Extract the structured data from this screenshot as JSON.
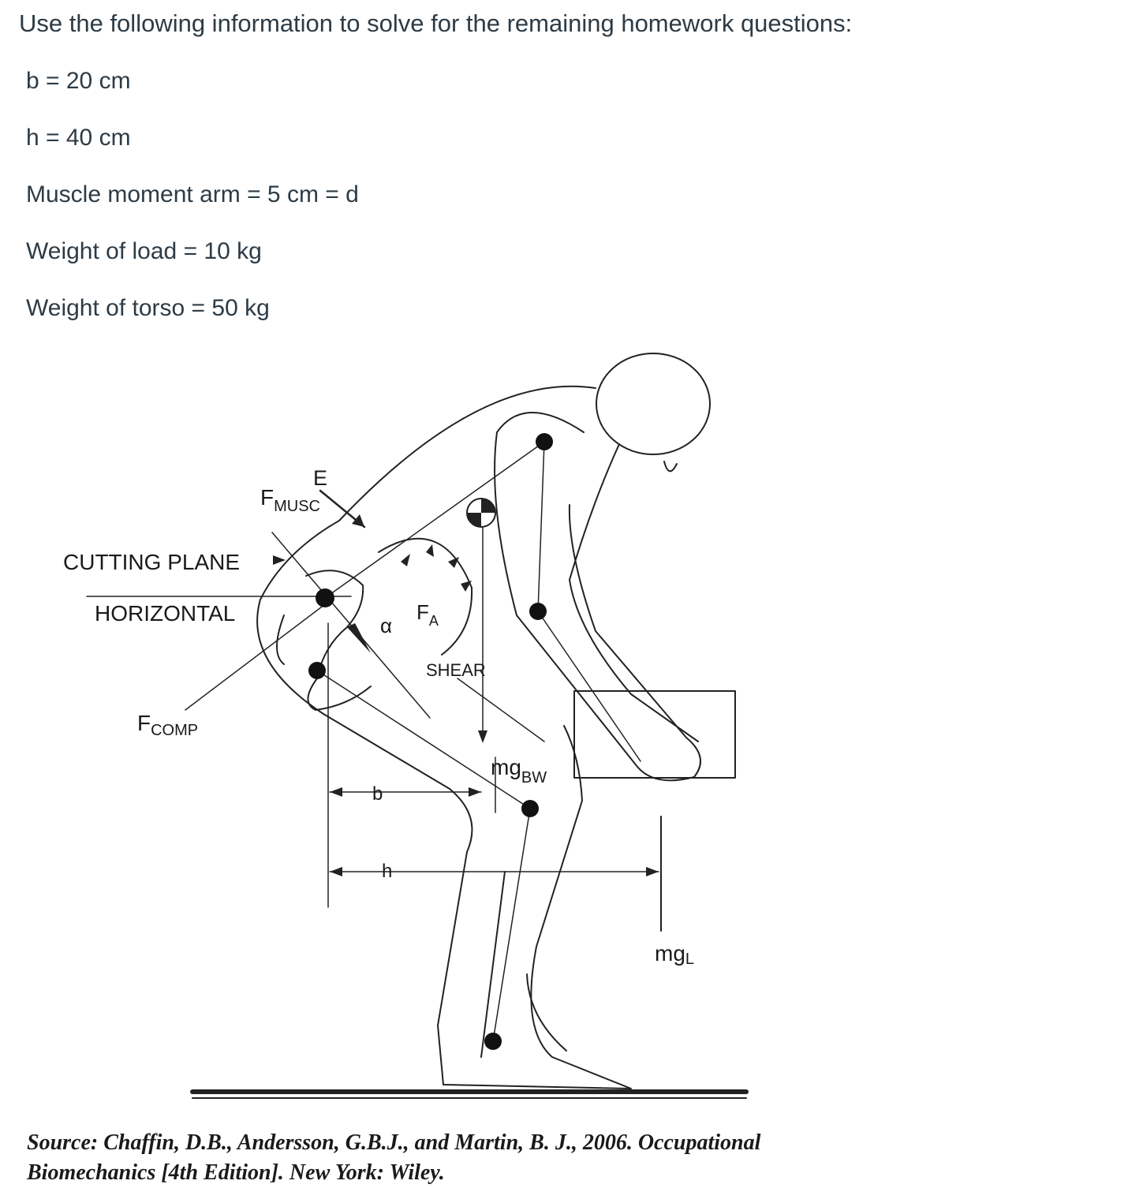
{
  "intro": "Use the following information to solve for the remaining homework questions:",
  "given": [
    "b = 20 cm",
    "h = 40 cm",
    "Muscle moment arm = 5 cm = d",
    "Weight of load = 10 kg",
    "Weight of torso = 50 kg"
  ],
  "figure": {
    "labels": {
      "e": "E",
      "fmusc": "F",
      "fmusc_sub": "MUSC",
      "cutting_plane": "CUTTING PLANE",
      "horizontal": "HORIZONTAL",
      "alpha": "α",
      "fa": "F",
      "fa_sub": "A",
      "shear": "SHEAR",
      "fcomp": "F",
      "fcomp_sub": "COMP",
      "mgbw": "mg",
      "mgbw_sub": "BW",
      "b": "b",
      "h": "h",
      "mgl": "mg",
      "mgl_sub": "L"
    }
  },
  "source": {
    "line1": "Source: Chaffin, D.B., Andersson, G.B.J., and Martin, B. J., 2006. Occupational",
    "line2": "Biomechanics [4th Edition]. New York: Wiley."
  }
}
